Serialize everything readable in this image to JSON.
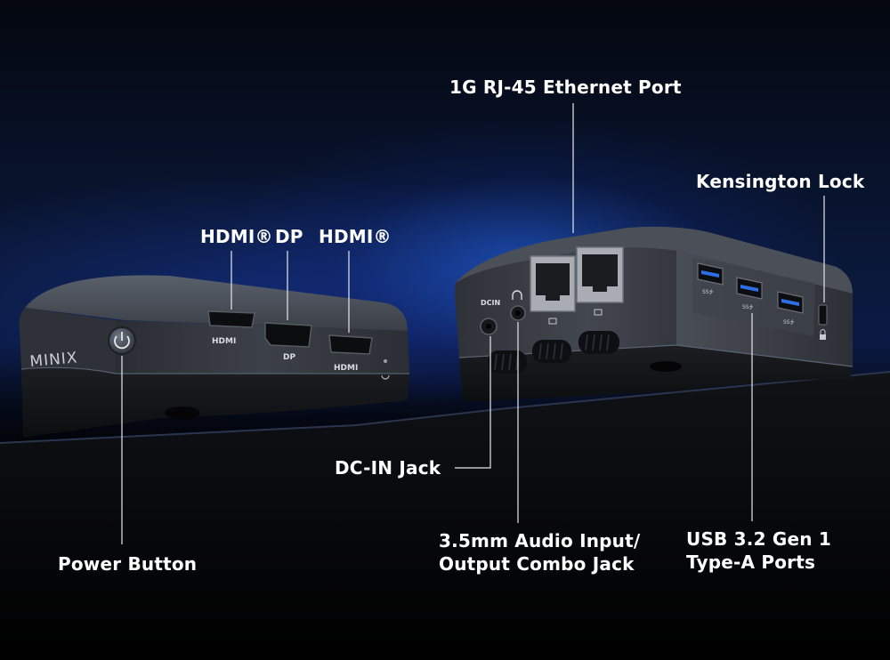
{
  "labels": {
    "hdmi_left": "HDMI®",
    "dp": "DP",
    "hdmi_right": "HDMI®",
    "ethernet": "1G RJ-45 Ethernet Port",
    "kensington": "Kensington Lock",
    "dc_in": "DC-IN Jack",
    "audio_line1": "3.5mm Audio Input/",
    "audio_line2": "Output Combo Jack",
    "usb_line1": "USB 3.2 Gen 1",
    "usb_line2": "Type-A Ports",
    "power_button": "Power Button"
  },
  "device": {
    "brand": "MINIX",
    "port_hdmi": "HDMI",
    "port_dp": "DP",
    "dcin": "DCIN",
    "usb_marks": [
      "SS⭍",
      "SS⭍",
      "SS⭍"
    ]
  },
  "colors": {
    "background": "#000000",
    "glow": "#2a6bff",
    "chassis": "#3b3f47",
    "label": "#ffffff"
  }
}
